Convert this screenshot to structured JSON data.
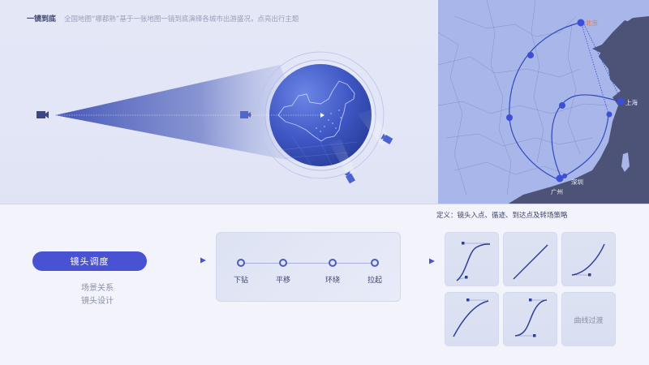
{
  "header": {
    "title": "一镜到底",
    "subtitle": "全国地图“哪都熟”基于一张地图一镜到底演绎各城市出游盛况，点亮出行主题"
  },
  "stage": {
    "camera_icons": [
      "camera-main-icon",
      "camera-mid-icon",
      "camera-right-icon",
      "camera-bottom-icon"
    ],
    "globe_content": "china-map-outline"
  },
  "map": {
    "cities": [
      {
        "name": "北京",
        "highlight": true
      },
      {
        "name": "上海",
        "highlight": false
      },
      {
        "name": "深圳",
        "highlight": false
      },
      {
        "name": "广州",
        "highlight": false
      }
    ],
    "colors": {
      "land": "#a9b6ea",
      "sea": "#4d5377",
      "route": "#2f49b8",
      "node": "#3c4fd8",
      "beijing_label": "#e07a4a"
    }
  },
  "camera_schedule": {
    "label": "镜头调度",
    "sub_items": [
      "场景关系",
      "镜头设计"
    ]
  },
  "timeline": {
    "steps": [
      {
        "label": "下钻"
      },
      {
        "label": "平移"
      },
      {
        "label": "环绕"
      },
      {
        "label": "拉起"
      }
    ]
  },
  "definition": {
    "text": "定义：镜头入点、循迹、到达点及转场策略"
  },
  "curves": {
    "items": [
      {
        "type": "ease-in-out-s"
      },
      {
        "type": "linear"
      },
      {
        "type": "ease-in"
      },
      {
        "type": "ease-out"
      },
      {
        "type": "ease-in-out"
      },
      {
        "type": "caption"
      }
    ],
    "caption": "曲线过渡"
  },
  "colors": {
    "accent": "#4a52d4",
    "text_dark": "#3d4470",
    "text_muted": "#8a8fa6"
  }
}
